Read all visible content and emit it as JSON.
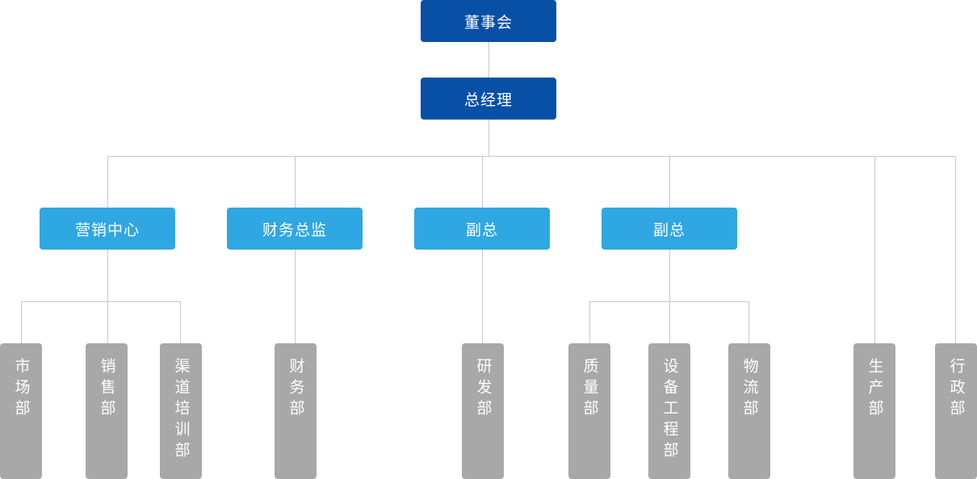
{
  "chart": {
    "board": "董事会",
    "gm": "总经理",
    "divisions": [
      {
        "label": "营销中心"
      },
      {
        "label": "财务总监"
      },
      {
        "label": "副总"
      },
      {
        "label": "副总"
      }
    ],
    "departments": [
      {
        "label": "市场部"
      },
      {
        "label": "销售部"
      },
      {
        "label": "渠道培训部"
      },
      {
        "label": "财务部"
      },
      {
        "label": "研发部"
      },
      {
        "label": "质量部"
      },
      {
        "label": "设备工程部"
      },
      {
        "label": "物流部"
      },
      {
        "label": "生产部"
      },
      {
        "label": "行政部"
      }
    ]
  },
  "colors": {
    "top_box": "#0750a6",
    "mid_box": "#2fa7e2",
    "dept_box": "#a8a8a8",
    "connector": "#c8c8c8"
  }
}
